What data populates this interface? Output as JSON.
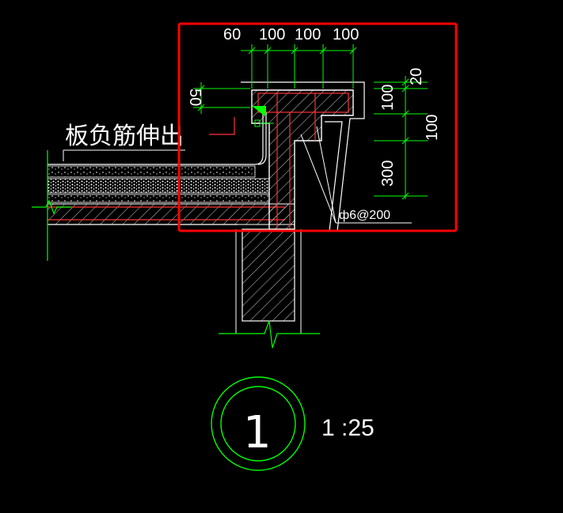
{
  "drawing": {
    "top_dims": [
      "60",
      "100",
      "100",
      "100"
    ],
    "left_dim": "50",
    "right_dims_outer": [
      "20",
      "100"
    ],
    "right_dims_inner": [
      "100",
      "300"
    ],
    "rebar_note": "ф6@200",
    "note_label": "板负筋伸出",
    "detail_number": "1",
    "scale": "1 :25",
    "colors": {
      "background": "#000000",
      "line_green": "#00ff00",
      "line_white": "#ffffff",
      "rebar_red": "#ff3333",
      "highlight_box": "#ff0000",
      "marker_fill": "#00ff00"
    }
  }
}
